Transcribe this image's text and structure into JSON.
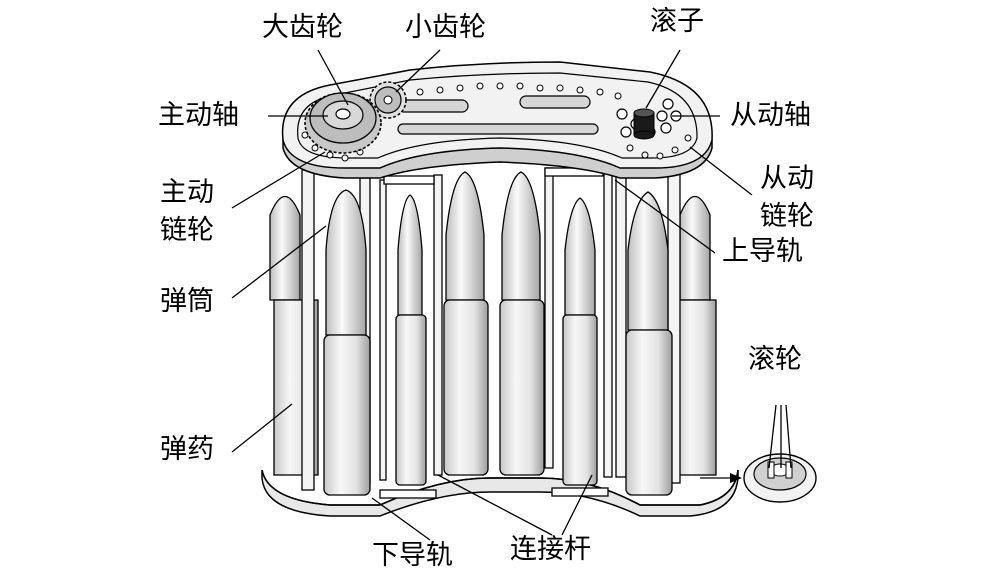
{
  "labels": {
    "big_gear": "大齿轮",
    "small_gear": "小齿轮",
    "roller": "滚子",
    "driving_shaft": "主动轴",
    "driven_shaft": "从动轴",
    "driving_sprocket_1": "主动",
    "driving_sprocket_2": "链轮",
    "driven_sprocket_1": "从动",
    "driven_sprocket_2": "链轮",
    "upper_rail": "上导轨",
    "cartridge_tube": "弹筒",
    "roller_wheel": "滚轮",
    "ammunition": "弹药",
    "lower_rail": "下导轨",
    "connecting_rod": "连接杆"
  },
  "colors": {
    "line": "#000000",
    "shading": "#d9d9d9",
    "light": "#f2f2f2"
  }
}
